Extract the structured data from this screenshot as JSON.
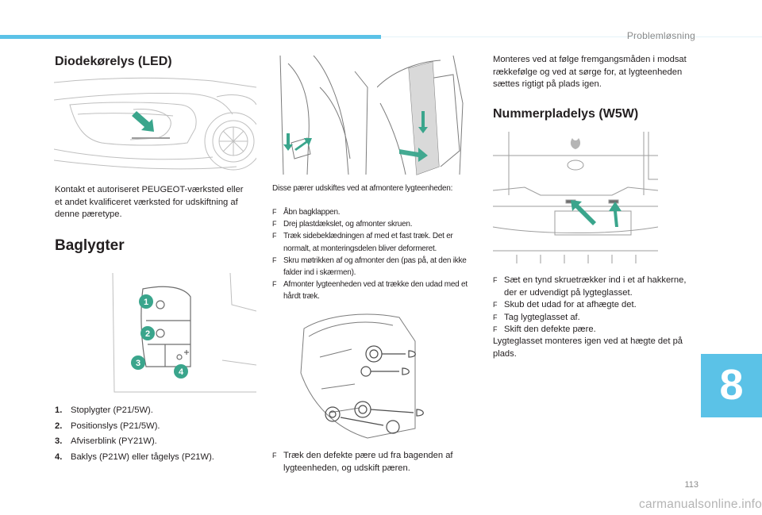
{
  "header": {
    "section_label": "Problemløsning"
  },
  "led": {
    "title": "Diodekørelys (LED)",
    "text": "Kontakt et autoriseret PEUGEOT-værksted eller et andet kvalificeret værksted for udskiftning af denne pæretype."
  },
  "baglygter": {
    "title": "Baglygter",
    "callouts": [
      "1",
      "2",
      "3",
      "4"
    ],
    "items": [
      {
        "num": "1.",
        "label": "Stoplygter (P21/5W)."
      },
      {
        "num": "2.",
        "label": "Positionslys (P21/5W)."
      },
      {
        "num": "3.",
        "label": "Afviserblink (PY21W)."
      },
      {
        "num": "4.",
        "label": "Baklys (P21W) eller tågelys (P21W)."
      }
    ]
  },
  "middle": {
    "intro": "Disse pærer udskiftes ved at afmontere lygteenheden:",
    "steps": [
      "Åbn bagklappen.",
      "Drej plastdækslet, og afmonter skruen.",
      "Træk sidebeklædningen af med et fast træk. Det er normalt, at monteringsdelen bliver deformeret.",
      "Skru møtrikken af og afmonter den (pas på, at den ikke falder ind i skærmen).",
      "Afmonter lygteenheden ved at trække den udad med et hårdt træk."
    ],
    "bottom_step": "Træk den defekte pære ud fra bagenden af lygteenheden, og udskift pæren."
  },
  "right": {
    "intro": "Monteres ved at følge fremgangsmåden i modsat rækkefølge og ved at sørge for, at lygteenheden sættes rigtigt på plads igen.",
    "title": "Nummerpladelys (W5W)",
    "steps": [
      "Sæt en tynd skruetrækker ind i et af hakkerne, der er udvendigt på lygteglasset.",
      "Skub det udad for at afhægte det.",
      "Tag lygteglasset af.",
      "Skift den defekte pære."
    ],
    "closing": "Lygteglasset monteres igen ved at hægte det på plads."
  },
  "bullet_glyph": "F",
  "chapter": "8",
  "page_number": "113",
  "watermark": "carmanualsonline.info",
  "colors": {
    "accent": "#5bc2e7",
    "arrow": "#3aa58c",
    "text": "#231f20"
  }
}
